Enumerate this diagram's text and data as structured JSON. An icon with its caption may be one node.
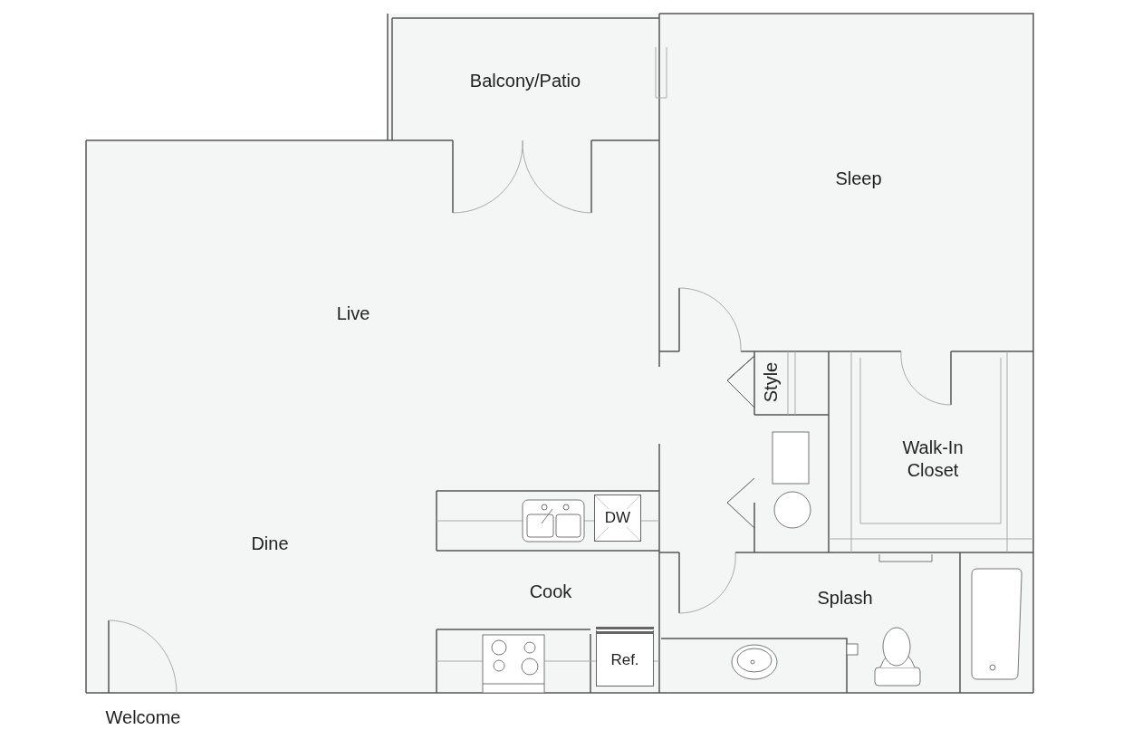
{
  "diagram": {
    "nodes": [
      {
        "text": [
          "DW"
        ]
      },
      {
        "text": [
          "Ref."
        ]
      }
    ],
    "labels": [
      "Balcony/Patio",
      "Sleep",
      "Live",
      "Style",
      "Walk-In Closet",
      "Dine",
      "Cook",
      "Splash",
      "Welcome"
    ]
  }
}
